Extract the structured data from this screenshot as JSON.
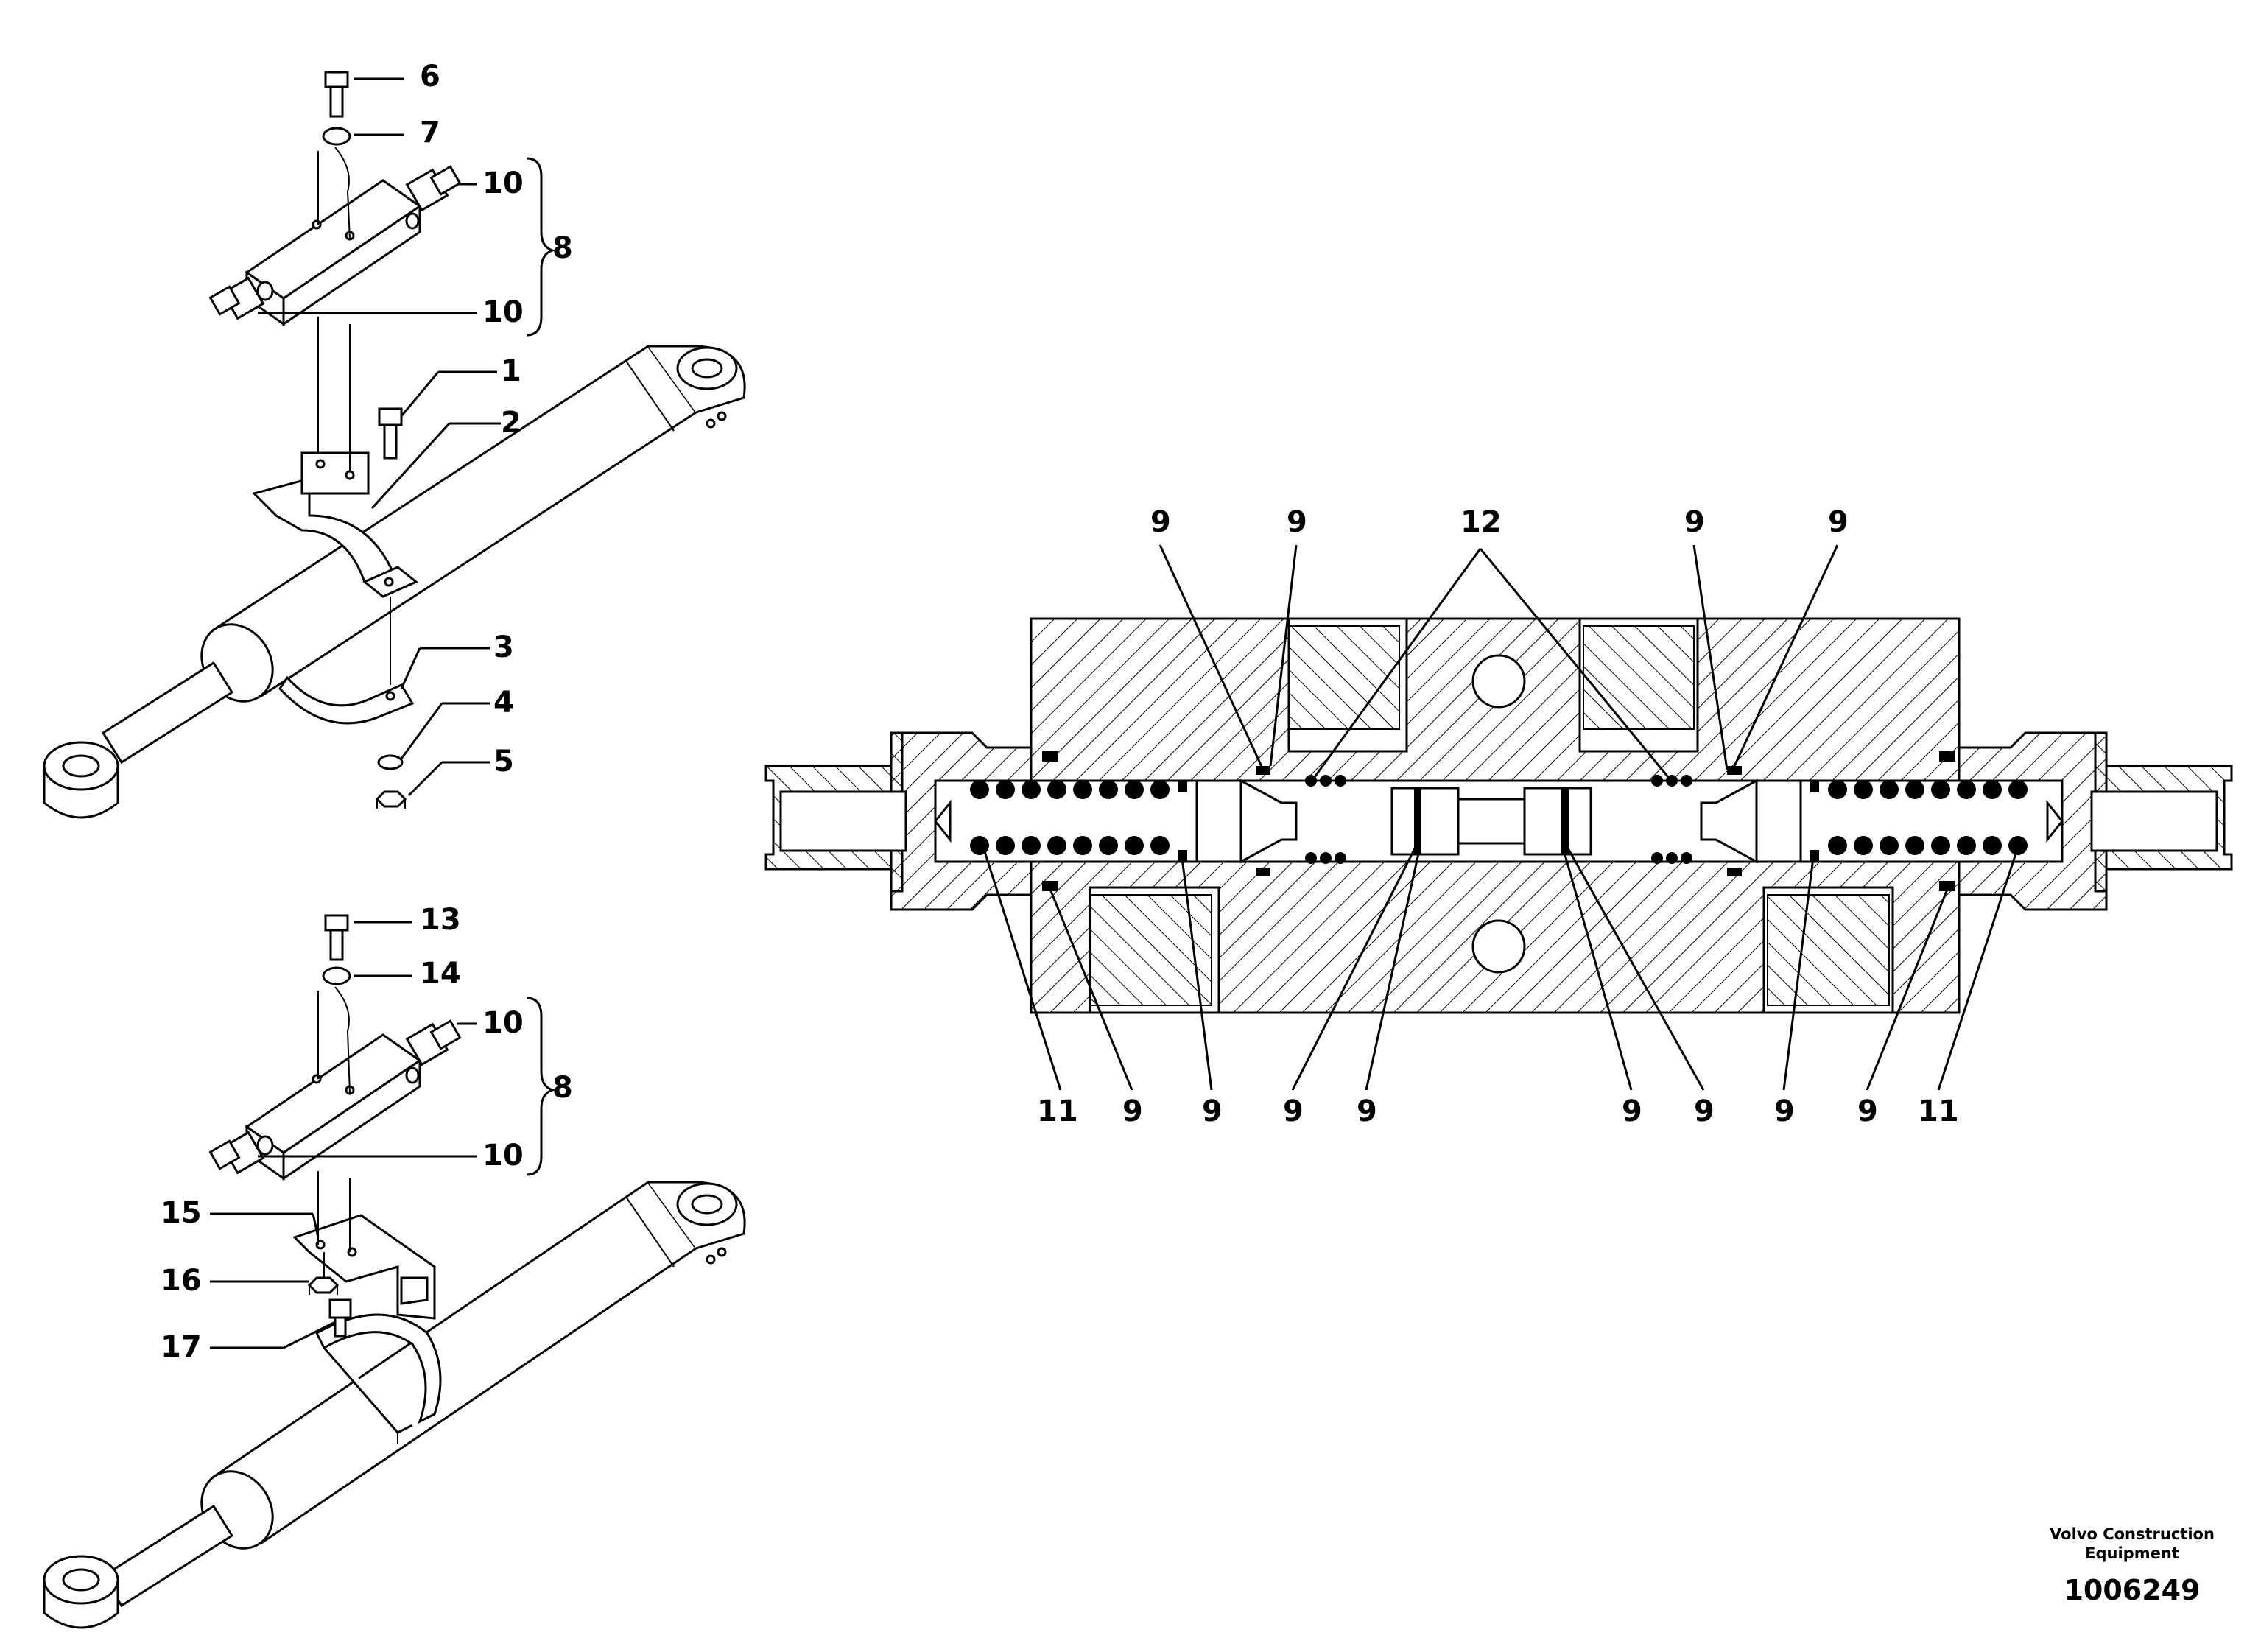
{
  "callouts_top": {
    "c6": "6",
    "c7": "7",
    "c10a": "10",
    "c8": "8",
    "c10b": "10",
    "c1": "1",
    "c2": "2",
    "c3": "3",
    "c4": "4",
    "c5": "5"
  },
  "callouts_bottom": {
    "c13": "13",
    "c14": "14",
    "c10a": "10",
    "c8": "8",
    "c10b": "10",
    "c15": "15",
    "c16": "16",
    "c17": "17"
  },
  "valve_callouts": {
    "top": [
      "9",
      "9",
      "12",
      "9",
      "9"
    ],
    "bottom": [
      "11",
      "9",
      "9",
      "9",
      "9",
      "9",
      "9",
      "9",
      "9",
      "11"
    ]
  },
  "footer": {
    "credit_line1": "Volvo Construction",
    "credit_line2": "Equipment",
    "drawing_number": "1006249"
  }
}
